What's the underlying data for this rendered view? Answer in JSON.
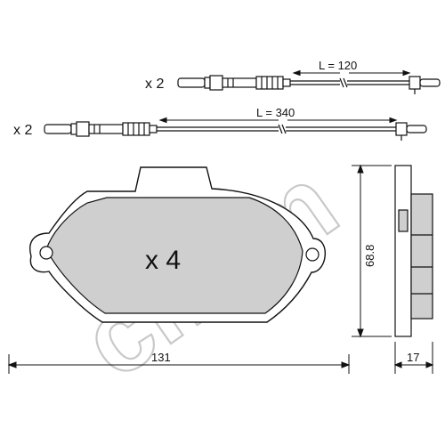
{
  "watermark": {
    "text": "cifam"
  },
  "sensors": [
    {
      "quantity": "x 2",
      "length_label": "L = 120"
    },
    {
      "quantity": "x 2",
      "length_label": "L = 340"
    }
  ],
  "pad": {
    "quantity": "x 4"
  },
  "dimensions": {
    "width": "131",
    "height": "68.8",
    "thickness": "17"
  },
  "colors": {
    "line": "#111111",
    "pad_fill": "#cfcfcf",
    "backing_fill": "#ffffff",
    "watermark": "#c9c9c9"
  }
}
